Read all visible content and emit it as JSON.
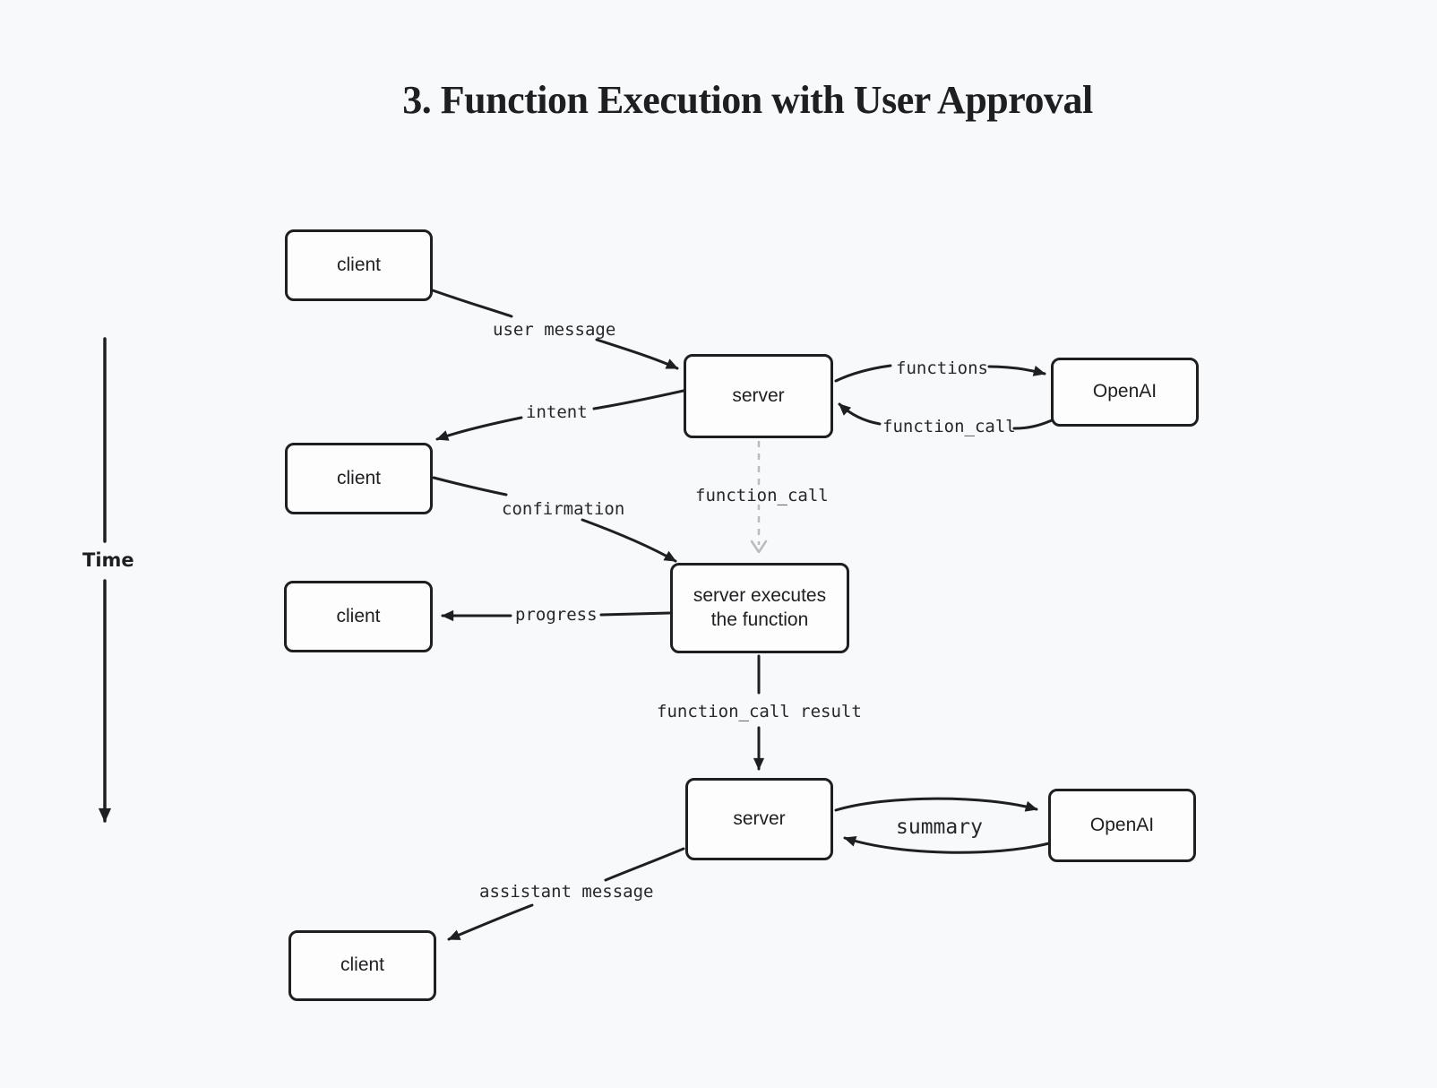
{
  "title": "3. Function Execution with User Approval",
  "time_axis": {
    "label": "Time"
  },
  "nodes": {
    "client1": {
      "label": "client"
    },
    "client2": {
      "label": "client"
    },
    "client3": {
      "label": "client"
    },
    "client4": {
      "label": "client"
    },
    "server1": {
      "label": "server"
    },
    "server2": {
      "label": "server"
    },
    "serverexec": {
      "label": "server executes the function"
    },
    "openai1": {
      "label": "OpenAI"
    },
    "openai2": {
      "label": "OpenAI"
    }
  },
  "edges": {
    "user_message": {
      "label": "user message",
      "from": "client1",
      "to": "server1"
    },
    "functions": {
      "label": "functions",
      "from": "server1",
      "to": "openai1"
    },
    "function_call_return": {
      "label": "function_call",
      "from": "openai1",
      "to": "server1"
    },
    "intent": {
      "label": "intent",
      "from": "server1",
      "to": "client2"
    },
    "confirmation": {
      "label": "confirmation",
      "from": "client2",
      "to": "serverexec"
    },
    "function_call_dispatch": {
      "label": "function_call",
      "from": "server1",
      "to": "serverexec",
      "style": "dashed"
    },
    "progress": {
      "label": "progress",
      "from": "serverexec",
      "to": "client3"
    },
    "function_call_result": {
      "label": "function_call result",
      "from": "serverexec",
      "to": "server2"
    },
    "summary": {
      "label": "summary",
      "from": "server2",
      "to": "openai2",
      "bidirectional": true
    },
    "assistant_message": {
      "label": "assistant message",
      "from": "server2",
      "to": "client4"
    }
  },
  "colors": {
    "bg": "#f8f9fa",
    "ink": "#1d1f21",
    "box_fill": "#fdfdfe",
    "label_ink": "#26272a",
    "dash_gray": "#b9bbbe"
  }
}
